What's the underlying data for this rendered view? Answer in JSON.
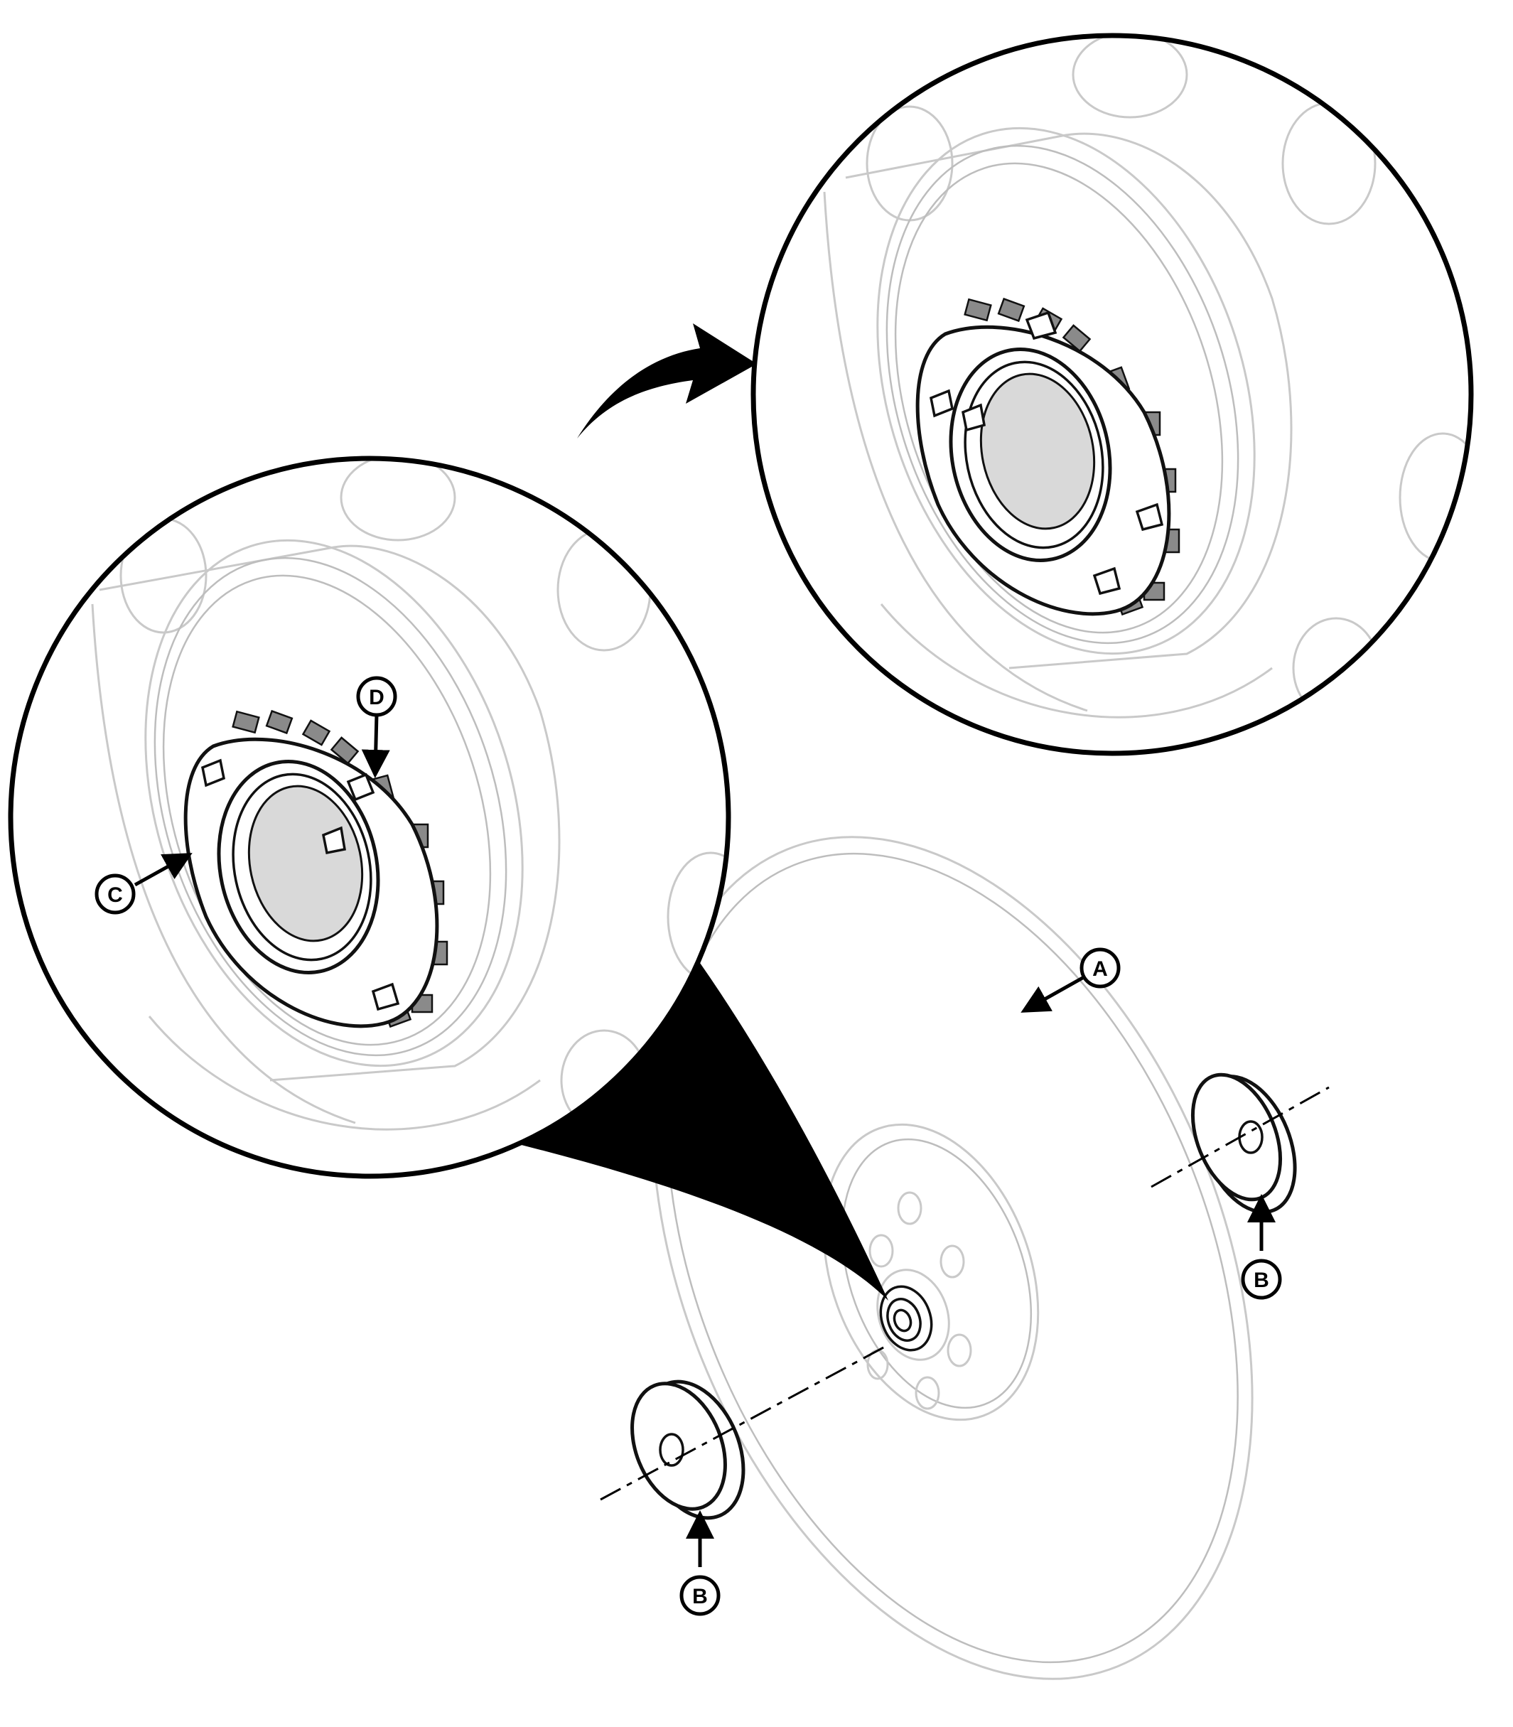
{
  "callouts": {
    "a": "A",
    "b_right": "B",
    "b_left": "B",
    "c": "C",
    "d": "D"
  },
  "colors": {
    "ink": "#111111",
    "ghost_line": "#c9c9c9",
    "tab_fill": "#8a8a8a",
    "bore_fill": "#d9d9d9"
  }
}
